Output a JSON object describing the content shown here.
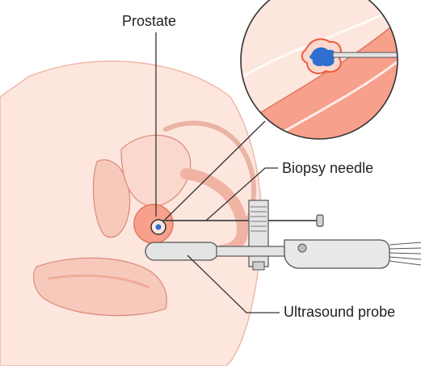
{
  "labels": {
    "prostate": "Prostate",
    "biopsy_needle": "Biopsy needle",
    "ultrasound_probe": "Ultrasound probe"
  },
  "colors": {
    "tissue_light": "#fde6de",
    "tissue_mid": "#f7c9bb",
    "tissue_dark": "#ee9d8a",
    "outline": "#d98a79",
    "prostate": "#f7a08c",
    "tumor": "#2e6fd0",
    "tumor_halo": "#ef5a3c",
    "instrument": "#e4e4e4",
    "instrument_stroke": "#555555",
    "leader": "#333333"
  }
}
